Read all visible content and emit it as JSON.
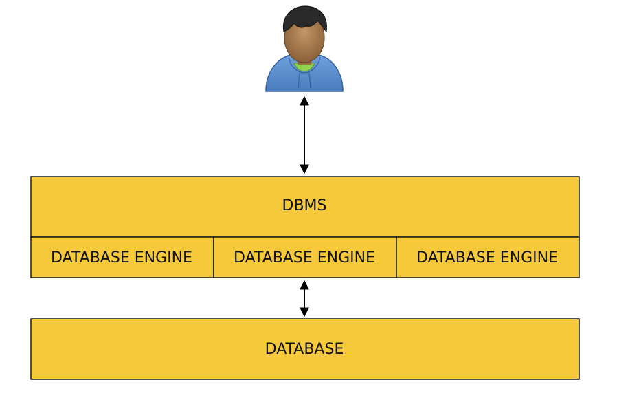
{
  "diagram": {
    "dbms_label": "DBMS",
    "engines": [
      "DATABASE ENGINE",
      "DATABASE ENGINE",
      "DATABASE ENGINE"
    ],
    "database_label": "DATABASE"
  },
  "colors": {
    "box_fill": "#f5c93a",
    "box_stroke": "#1a1a1a",
    "arrow": "#000000",
    "user_hoodie": "#5b8fcf",
    "user_skin": "#a87d52",
    "user_hair": "#2a2a2a",
    "user_shirt": "#8fd14f"
  },
  "icons": {
    "user": "user-icon"
  }
}
